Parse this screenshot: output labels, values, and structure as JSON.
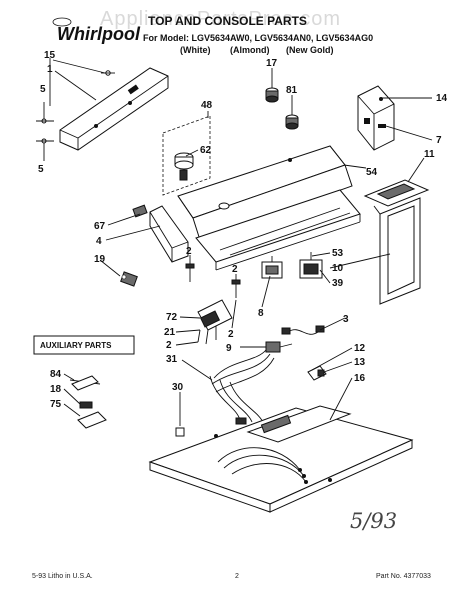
{
  "brand": "Whirlpool",
  "header": {
    "title": "TOP AND CONSOLE PARTS",
    "models_line": "For Model: LGV5634AW0, LGV5634AN0, LGV5634AG0",
    "colors": [
      "(White)",
      "(Almond)",
      "(New Gold)"
    ]
  },
  "watermark": "AppliancePartsPros.com",
  "auxiliary_box_title": "AUXILIARY PARTS",
  "handwritten_note": "5/93",
  "footer": {
    "left": "5-93 Litho in U.S.A.",
    "center": "2",
    "right": "Part No. 4377033"
  },
  "callouts": [
    "15",
    "1",
    "5",
    "5",
    "48",
    "62",
    "17",
    "81",
    "14",
    "7",
    "11",
    "54",
    "67",
    "4",
    "19",
    "2",
    "2",
    "53",
    "10",
    "39",
    "72",
    "21",
    "2",
    "31",
    "8",
    "2",
    "9",
    "3",
    "12",
    "13",
    "16",
    "30",
    "84",
    "18",
    "75"
  ]
}
